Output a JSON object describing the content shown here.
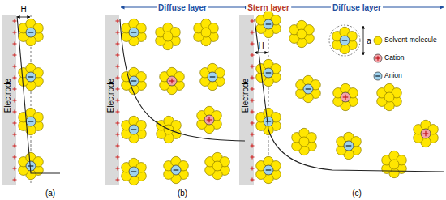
{
  "diagram": {
    "labels": [
      "H",
      "(a)",
      "Electrode",
      "Diffuse layer",
      "Electrode",
      "(b)",
      "Stern layer",
      "Diffuse layer",
      "H",
      "a",
      "Electrode",
      "(c)"
    ],
    "legend": [
      {
        "text": "Solvent molecule"
      },
      {
        "text": "Cation"
      },
      {
        "text": "Anion"
      }
    ]
  }
}
